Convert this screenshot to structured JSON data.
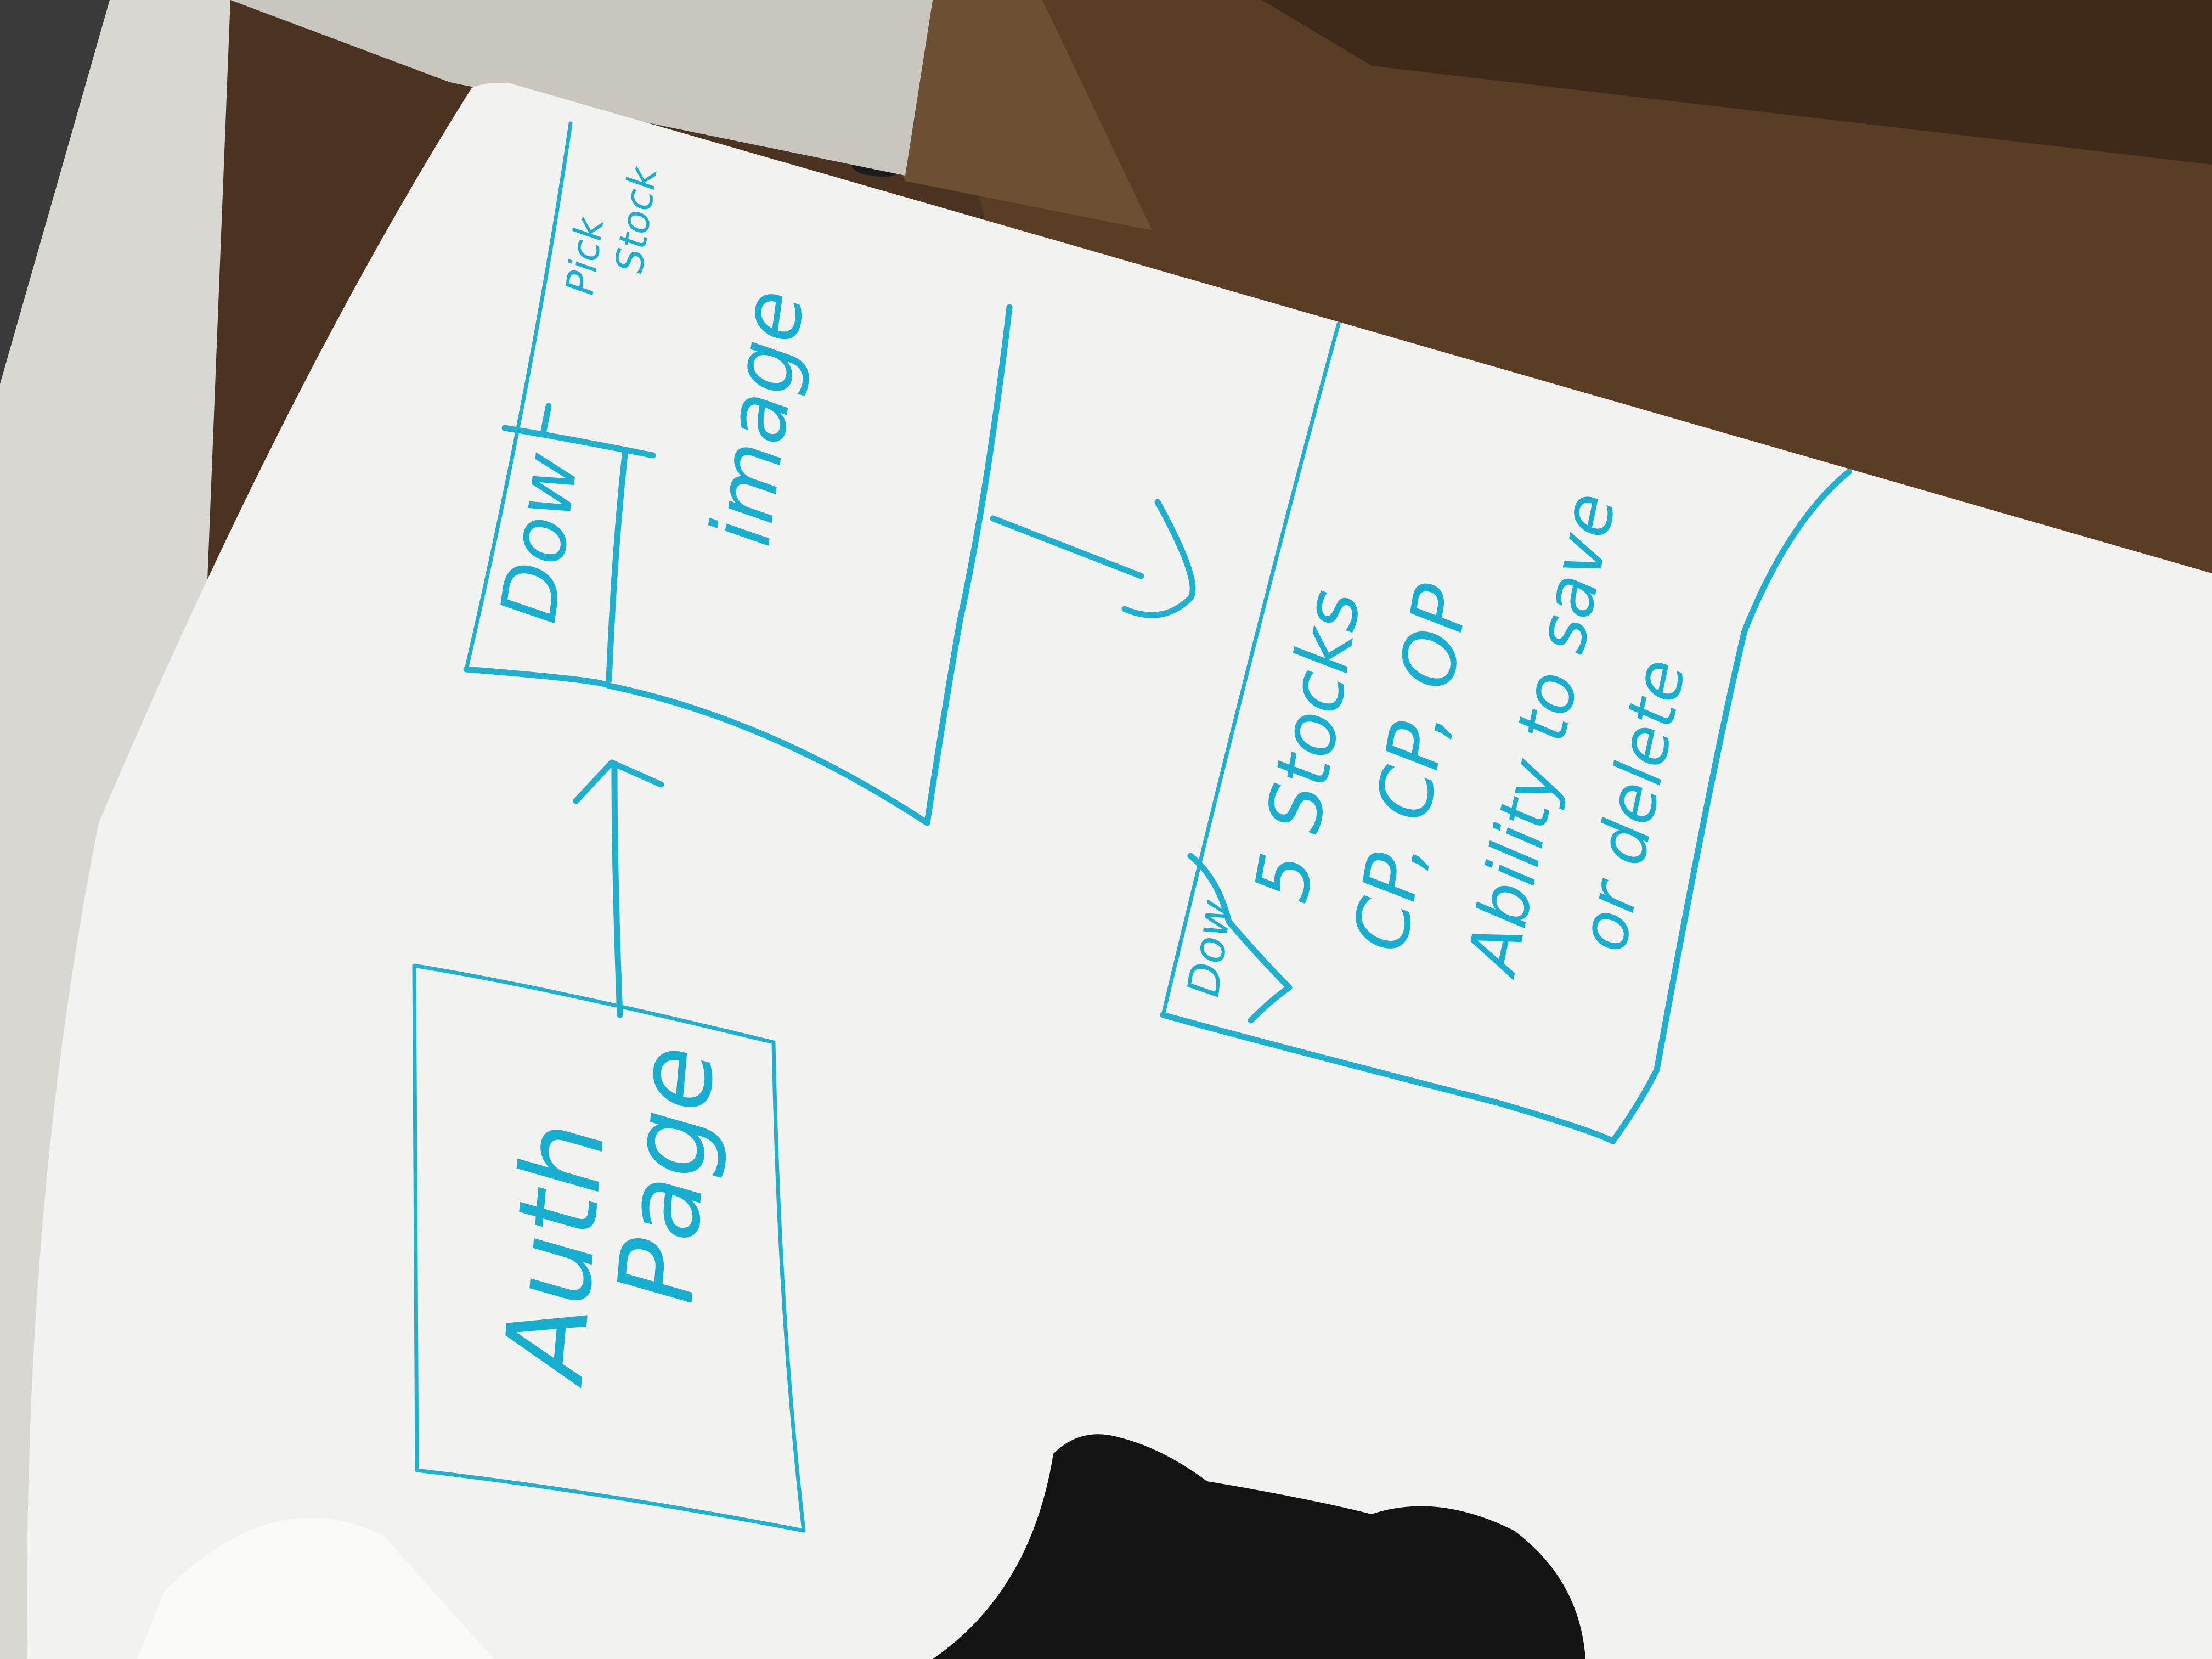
{
  "board": {
    "auth_page": {
      "line1": "Auth",
      "line2": "Page"
    },
    "dashboard": {
      "tab": "Dow",
      "content": "image",
      "corner_note_line1": "Pick",
      "corner_note_line2": "Stock"
    },
    "stock_panel": {
      "tab": "Dow",
      "line1": "5 Stocks",
      "line2": "CP, CP, OP",
      "line3": "Ability to save",
      "line4": "or delete"
    }
  },
  "colors": {
    "marker_ink": "#1fb0cf",
    "board": "#f2f2f0",
    "floor": "#4a3320",
    "cloth": "#141414"
  }
}
